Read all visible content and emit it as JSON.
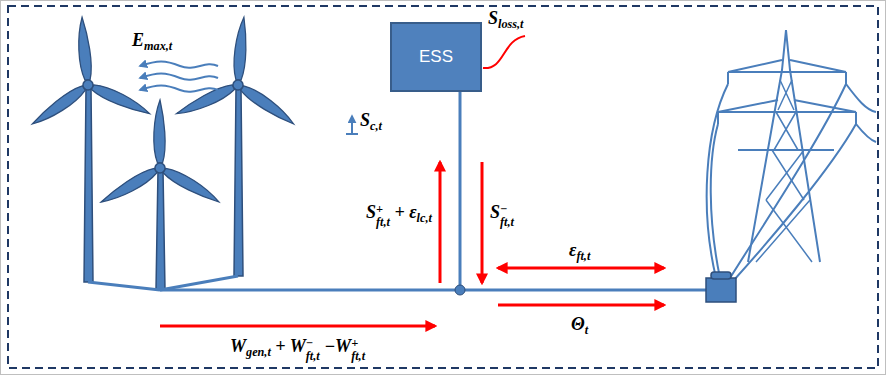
{
  "diagram": {
    "nodes": [
      {
        "text": [
          "ESS"
        ]
      }
    ],
    "labels": [
      "Emax,t",
      "Sloss,t",
      "Sc,t",
      "S+ft,t + εlc,t",
      "S−ft,t",
      "Wgen,t + W−ft,t −W+ft,t",
      "εft,t",
      "Θt"
    ]
  }
}
